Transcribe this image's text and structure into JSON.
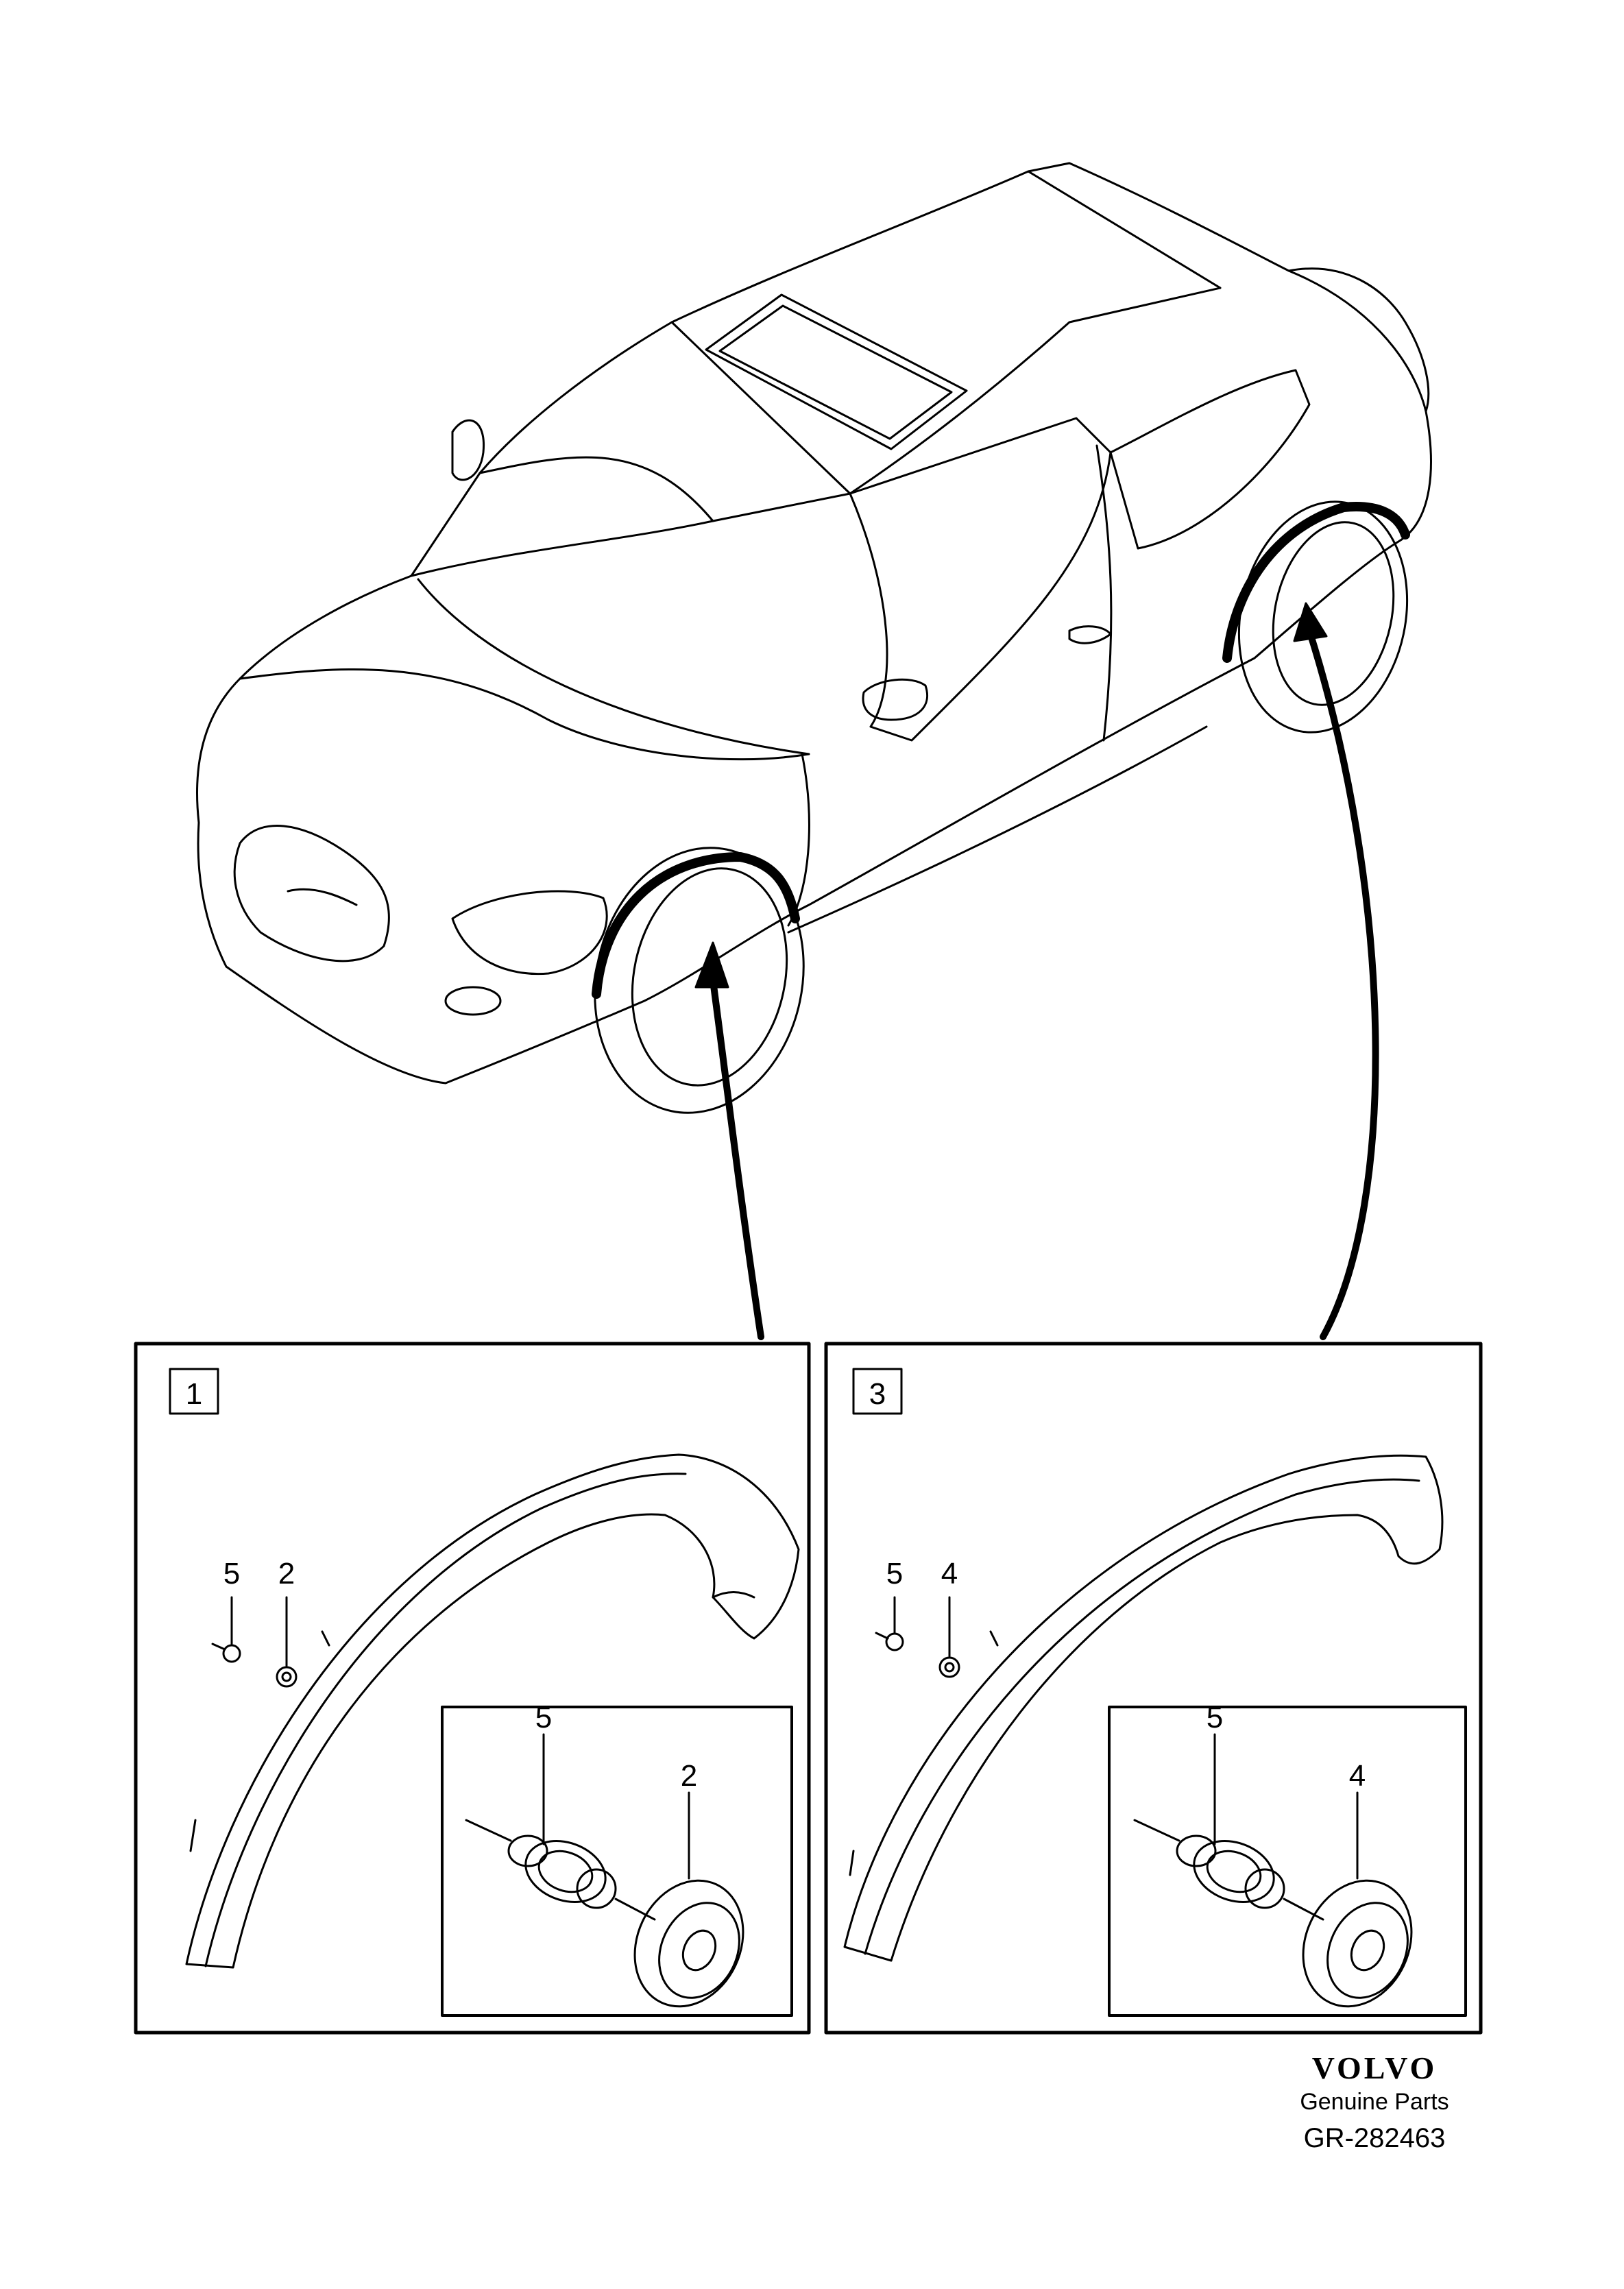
{
  "diagram": {
    "panels": [
      {
        "id": "panel-1",
        "label": "1"
      },
      {
        "id": "panel-3",
        "label": "3"
      }
    ],
    "callouts": {
      "panel1_clip": "5",
      "panel1_grommet": "2",
      "panel1_detail_clip": "5",
      "panel1_detail_grommet": "2",
      "panel3_clip": "5",
      "panel3_grommet": "4",
      "panel3_detail_clip": "5",
      "panel3_detail_grommet": "4"
    }
  },
  "footer": {
    "brand": "VOLVO",
    "subtitle": "Genuine Parts",
    "reference": "GR-282463"
  }
}
